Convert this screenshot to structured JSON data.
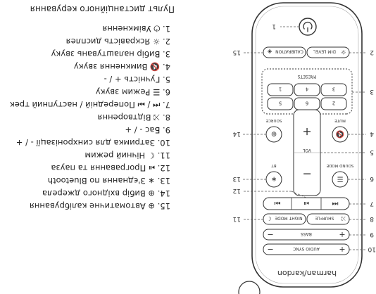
{
  "title": "Пульт дистанційного керування",
  "remote": {
    "brand": "harman/kardon",
    "buttons": {
      "dim_level": "DIM LEVEL",
      "calibration": "CALIBRATION",
      "presets": "PRESETS",
      "preset_values": [
        "1",
        "2",
        "3",
        "4",
        "5",
        "6"
      ],
      "mute": "MUTE",
      "source": "SOURCE",
      "vol": "VOL",
      "vol_plus": "+",
      "vol_minus": "−",
      "sound_mode": "SOUND MODE",
      "bt": "BT",
      "shuffle": "SHUFFLE",
      "night_mode": "NIGHT MODE",
      "bass": "BASS",
      "audio_sync": "AUDIO SYNC",
      "plus": "+",
      "minus": "−"
    }
  },
  "callouts": [
    "1",
    "2",
    "3",
    "4",
    "5",
    "6",
    "7",
    "8",
    "9",
    "10",
    "11",
    "12",
    "13",
    "14",
    "15"
  ],
  "legend": [
    "1. ⏻ Увімкнення",
    "2. ☼ Яскравість дисплея",
    "3. Вибір налаштувань звуку",
    "4. 🔇 Вимкнення звуку",
    "5. Гучність + / -",
    "6. ☰ Режим звуку",
    "7. ⏮ / ⏭ Попередній / наступний трек",
    "8. ⤨ Відтворення",
    "9. Бас - / +",
    "10. Затримка для синхронізації - / +",
    "11. ☾ Нічний режим",
    "12. ⏯ Програвання та пауза",
    "13. ∗ З'єднання по Bluetooth",
    "14. ⊕ Вибір вхідного джерела",
    "15. ⊕ Автоматичне калібрування"
  ]
}
